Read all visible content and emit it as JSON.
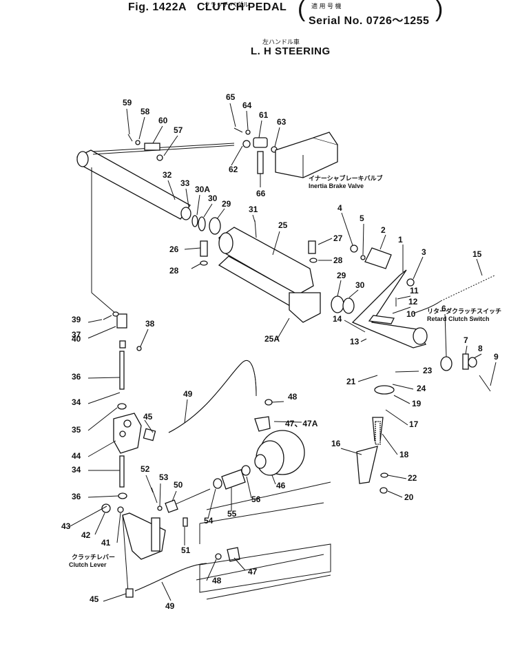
{
  "header": {
    "fig_label": "Fig. 1422A",
    "title_jp": "クラッチ ペダル",
    "title": "CLUTCH PEDAL",
    "applicable_jp": "適 用 号 機",
    "serial": "Serial No. 0726～1255",
    "steering_jp": "左ハンドル車",
    "steering": "L. H STEERING"
  },
  "callouts": [
    "1",
    "2",
    "3",
    "4",
    "5",
    "6",
    "7",
    "8",
    "9",
    "10",
    "11",
    "12",
    "13",
    "14",
    "15",
    "16",
    "17",
    "18",
    "19",
    "20",
    "21",
    "22",
    "23",
    "24",
    "25",
    "25A",
    "26",
    "27",
    "28",
    "28",
    "29",
    "29",
    "30",
    "30",
    "30A",
    "31",
    "32",
    "33",
    "34",
    "34",
    "35",
    "36",
    "36",
    "37",
    "38",
    "39",
    "40",
    "41",
    "42",
    "43",
    "44",
    "45",
    "45",
    "46",
    "47",
    "47、47A",
    "48",
    "48",
    "49",
    "49",
    "50",
    "51",
    "52",
    "53",
    "54",
    "55",
    "56",
    "57",
    "58",
    "59",
    "60",
    "61",
    "62",
    "63",
    "64",
    "65",
    "66"
  ],
  "labels": {
    "inertia_brake_valve_jp": "イナーシャブレーキバルブ",
    "inertia_brake_valve": "Inertia Brake Valve",
    "retard_clutch_switch_jp": "リターダクラッチスイッチ",
    "retard_clutch_switch": "Retard Clutch Switch",
    "clutch_lever_jp": "クラッチレバー",
    "clutch_lever": "Clutch Lever"
  }
}
